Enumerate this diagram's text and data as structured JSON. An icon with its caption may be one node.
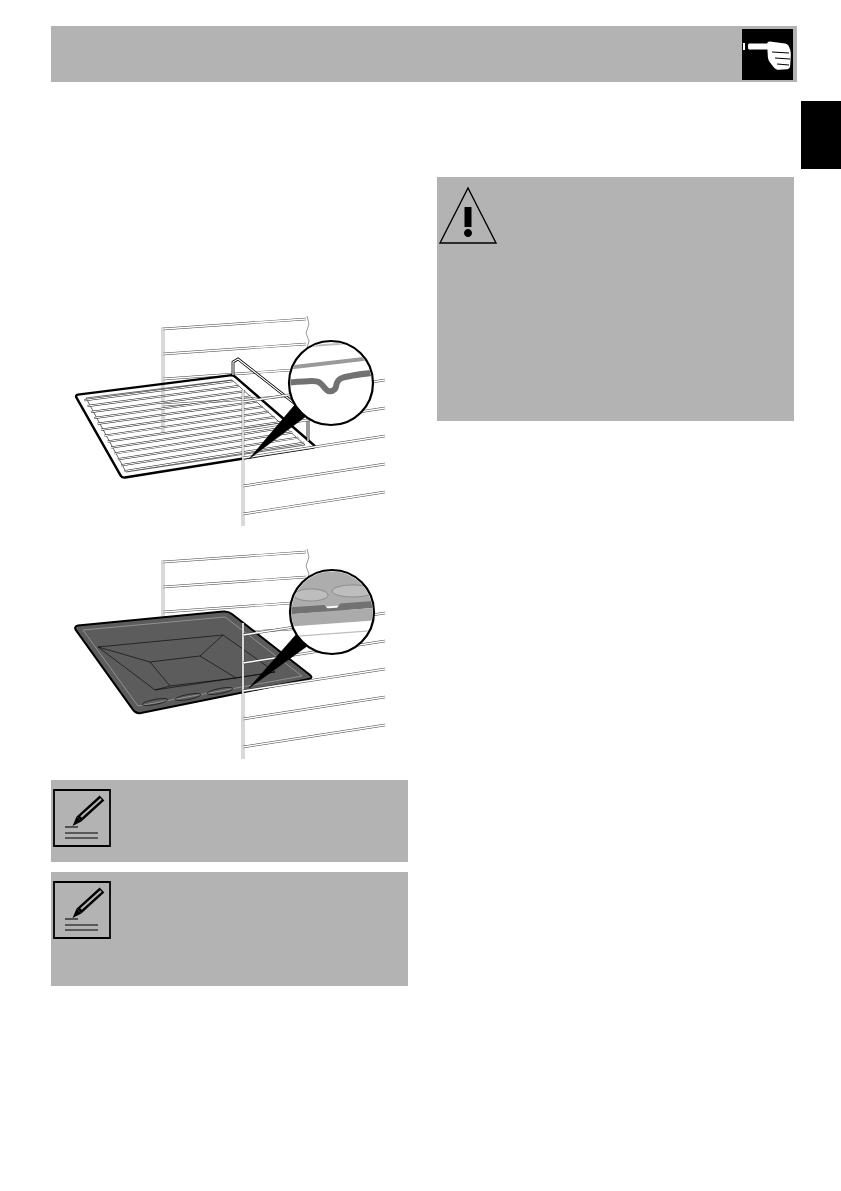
{
  "diagram": {
    "nodes": [
      {
        "text": [],
        "shape": "box"
      },
      {
        "text": [],
        "shape": "circle"
      },
      {
        "text": [],
        "shape": "circle"
      },
      {
        "text": [],
        "shape": "box"
      },
      {
        "text": [],
        "shape": "box"
      },
      {
        "text": [],
        "shape": "box"
      }
    ],
    "edges": [
      {
        "from": 1,
        "to": null,
        "arrow": "both"
      },
      {
        "from": 2,
        "to": null,
        "arrow": "both"
      }
    ]
  }
}
